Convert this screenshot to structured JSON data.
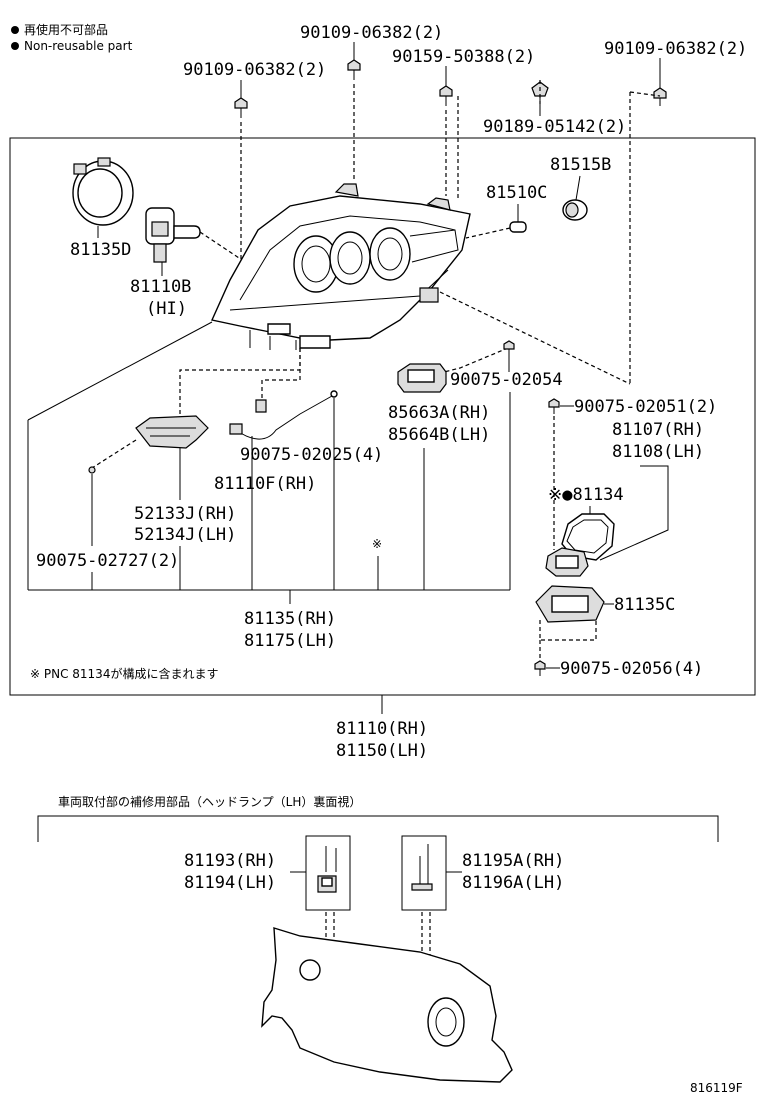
{
  "legend": {
    "jp": "再使用不可部品",
    "en": "Non-reusable part"
  },
  "labels": {
    "p_90109_06382_top": "90109-06382(2)",
    "p_90159_50388": "90159-50388(2)",
    "p_90109_06382_left": "90109-06382(2)",
    "p_90109_06382_right": "90109-06382(2)",
    "p_90189_05142": "90189-05142(2)",
    "p_81515B": "81515B",
    "p_81510C": "81510C",
    "p_81135D": "81135D",
    "p_81110B": "81110B",
    "p_81110B_hi": "(HI)",
    "p_90075_02054": "90075-02054",
    "p_85663A": "85663A(RH)",
    "p_85664B": "85664B(LH)",
    "p_90075_02051": "90075-02051(2)",
    "p_81107": "81107(RH)",
    "p_81108": "81108(LH)",
    "p_81134": "※●81134",
    "p_90075_02025": "90075-02025(4)",
    "p_81110F": "81110F(RH)",
    "p_52133J": "52133J(RH)",
    "p_52134J": "52134J(LH)",
    "p_90075_02727": "90075-02727(2)",
    "p_star": "※",
    "p_81135C": "81135C",
    "p_81135": "81135(RH)",
    "p_81175": "81175(LH)",
    "p_90075_02056": "90075-02056(4)",
    "pnc_note": "※ PNC 81134が構成に含まれます",
    "p_81110": "81110(RH)",
    "p_81150": "81150(LH)",
    "repair_title": "車両取付部の補修用部品（ヘッドランプ（LH）裏面視）",
    "p_81193": "81193(RH)",
    "p_81194": "81194(LH)",
    "p_81195A": "81195A(RH)",
    "p_81196A": "81196A(LH)",
    "diagram_id": "816119F"
  }
}
